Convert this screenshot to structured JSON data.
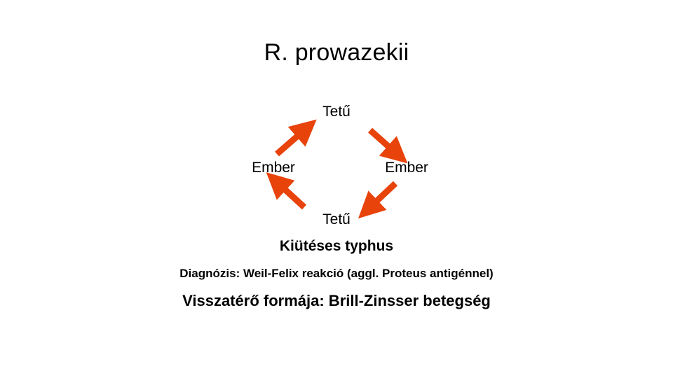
{
  "slide": {
    "title": "R. prowazekii",
    "cycle": {
      "top_label": "Tetű",
      "left_label": "Ember",
      "right_label": "Ember",
      "bottom_label": "Tetű",
      "arrow_color": "#E8430A",
      "arrows": [
        {
          "name": "arrow-bottom-left-to-top",
          "direction": "up-right"
        },
        {
          "name": "arrow-top-to-bottom-right",
          "direction": "down-right"
        },
        {
          "name": "arrow-bottom-right-to-bottom",
          "direction": "down-left"
        },
        {
          "name": "arrow-bottom-to-left",
          "direction": "up-left"
        }
      ]
    },
    "captions": {
      "disease": "Kiütéses typhus",
      "diagnosis": "Diagnózis: Weil-Felix reakció (aggl. Proteus antigénnel)",
      "recurrent": "Visszatérő formája: Brill-Zinsser betegség"
    }
  }
}
